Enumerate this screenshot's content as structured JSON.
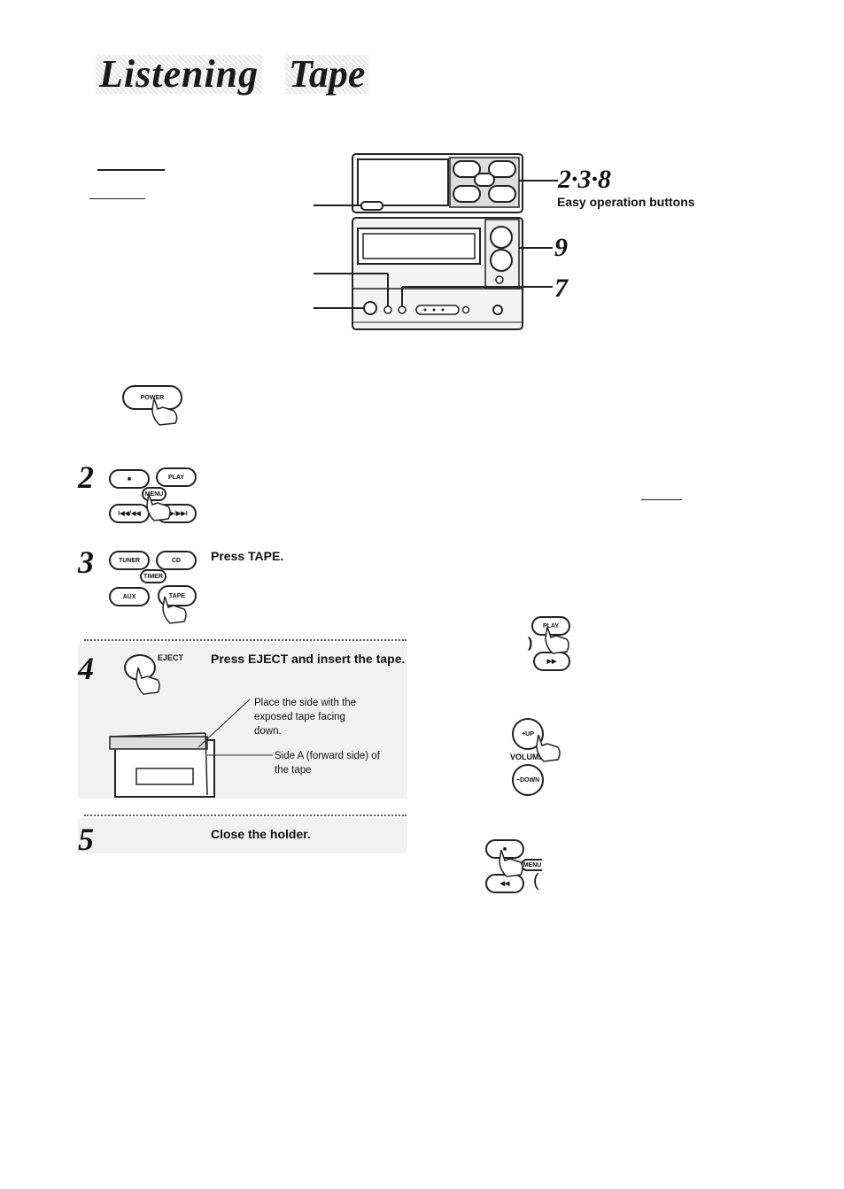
{
  "header": {
    "title_part1": "Listening",
    "title_part2": "Tape"
  },
  "device": {
    "callouts": {
      "c238": "2·3·8",
      "c238_label": "Easy operation buttons",
      "c9": "9",
      "c7": "7"
    }
  },
  "steps": {
    "s2": {
      "num": "2",
      "buttons": {
        "stop": "■",
        "play": "PLAY",
        "menu": "MENU",
        "prev": "I◀◀/◀◀",
        "next": "▶▶/▶▶I"
      }
    },
    "s3": {
      "num": "3",
      "instruction": "Press TAPE.",
      "buttons": {
        "tuner": "TUNER",
        "cd": "CD",
        "timer": "TIMER",
        "aux": "AUX",
        "tape": "TAPE"
      }
    },
    "s4": {
      "num": "4",
      "eject_label": "EJECT",
      "instruction": "Press EJECT and insert the tape.",
      "note1": "Place the side with the exposed tape facing down.",
      "note2": "Side A (forward side) of the tape"
    },
    "s5": {
      "num": "5",
      "instruction": "Close the holder."
    }
  },
  "power_button": "POWER",
  "right": {
    "play": "PLAY",
    "ff": "▶▶",
    "vol_up": "+UP",
    "volume": "VOLUME",
    "vol_down": "−DOWN",
    "stop": "■",
    "menu": "MENU",
    "rew": "◀◀"
  }
}
